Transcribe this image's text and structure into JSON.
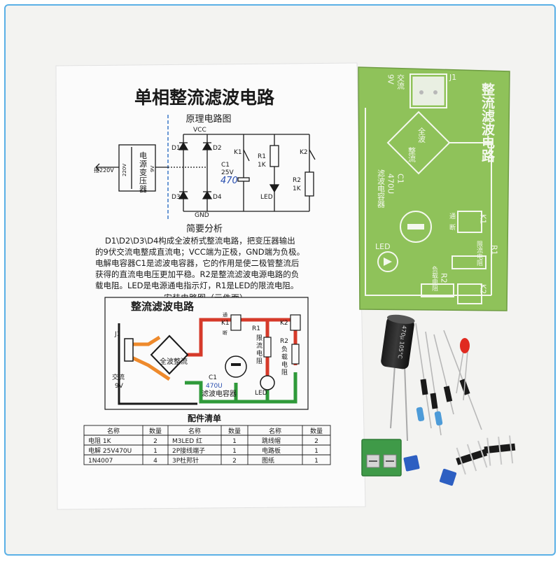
{
  "sheet": {
    "title": "单相整流滤波电路",
    "schematic_heading": "原理电路图",
    "labels": {
      "vcc": "VCC",
      "gnd": "GND",
      "d1": "D1",
      "d2": "D2",
      "d3": "D3",
      "d4": "D4",
      "k1": "K1",
      "k2": "K2",
      "r1": "R1",
      "r1_val": "1K",
      "r2": "R2",
      "r2_val": "1K",
      "c1": "C1",
      "c1_val": "25V",
      "c1_hand": "470",
      "led": "LED",
      "input": "接220V",
      "v220": "220V",
      "v9": "9V",
      "transformer_1": "电",
      "transformer_2": "源",
      "transformer_3": "变",
      "transformer_4": "压",
      "transformer_5": "器"
    },
    "analysis_heading": "简要分析",
    "analysis_lines": [
      "D1\\D2\\D3\\D4构成全波桥式整流电路，把变压器输出",
      "的9伏交流电整成直流电；VCC端为正极，GND端为负极。",
      "电解电容器C1是滤波电容器，它的作用是使二极管整流后",
      "获得的直流电电压更加平稳。R2是整流滤波电源电路的负",
      "载电阻。LED是电源通电指示灯，R1是LED的限流电阻。"
    ],
    "install_heading": "安装电路图（元件面）",
    "install": {
      "title": "整流滤波电路",
      "j1": "J1",
      "ac_1": "交流",
      "ac_2": "9V",
      "bridge": "全波整流",
      "c1": "C1",
      "c1_val": "470U",
      "filter": "滤波电容器",
      "k1": "K1",
      "k2": "K2",
      "r1": "R1",
      "r2": "R2",
      "limit_1": "限",
      "limit_2": "流",
      "limit_3": "电",
      "limit_4": "阻",
      "load_1": "负",
      "load_2": "载",
      "load_3": "电",
      "load_4": "阻",
      "led": "LED",
      "tong": "通",
      "duan": "断"
    },
    "parts_heading": "配件清单",
    "parts_columns": [
      "名称",
      "数量",
      "名称",
      "数量",
      "名称",
      "数量"
    ],
    "parts_rows": [
      [
        "电阻 1K",
        "2",
        "M3LED 红",
        "1",
        "跳线帽",
        "2"
      ],
      [
        "电解 25V470U",
        "1",
        "2P接线端子",
        "1",
        "电路板",
        "1"
      ],
      [
        "1N4007",
        "4",
        "3P杜邦针",
        "2",
        "图纸",
        "1"
      ]
    ]
  },
  "pcb": {
    "title": "整流滤波电路",
    "j1": "J1",
    "ac_1": "交流",
    "ac_2": "9V",
    "bridge_1": "全波",
    "bridge_2": "整流",
    "c1": "C1",
    "c1_val": "470U",
    "filter": "滤波电容器",
    "led": "LED",
    "k1": "K1",
    "k2": "K2",
    "r1": "R1",
    "r2": "R2",
    "limit": "限流电阻",
    "load": "负载电阻",
    "tong": "通",
    "duan": "断"
  },
  "capacitor": {
    "marking": "470μ 105°C"
  },
  "colors": {
    "background": "#f3f3f1",
    "paper": "#fbfbfb",
    "pcb": "#8fc25a",
    "silk": "#f4f8ee",
    "wire_red": "#d63a2a",
    "wire_orange": "#ee8a2c",
    "wire_green": "#2f9a3a",
    "terminal": "#3f9a48",
    "jumper": "#2d5fc2",
    "border": "#5ab0e6"
  }
}
